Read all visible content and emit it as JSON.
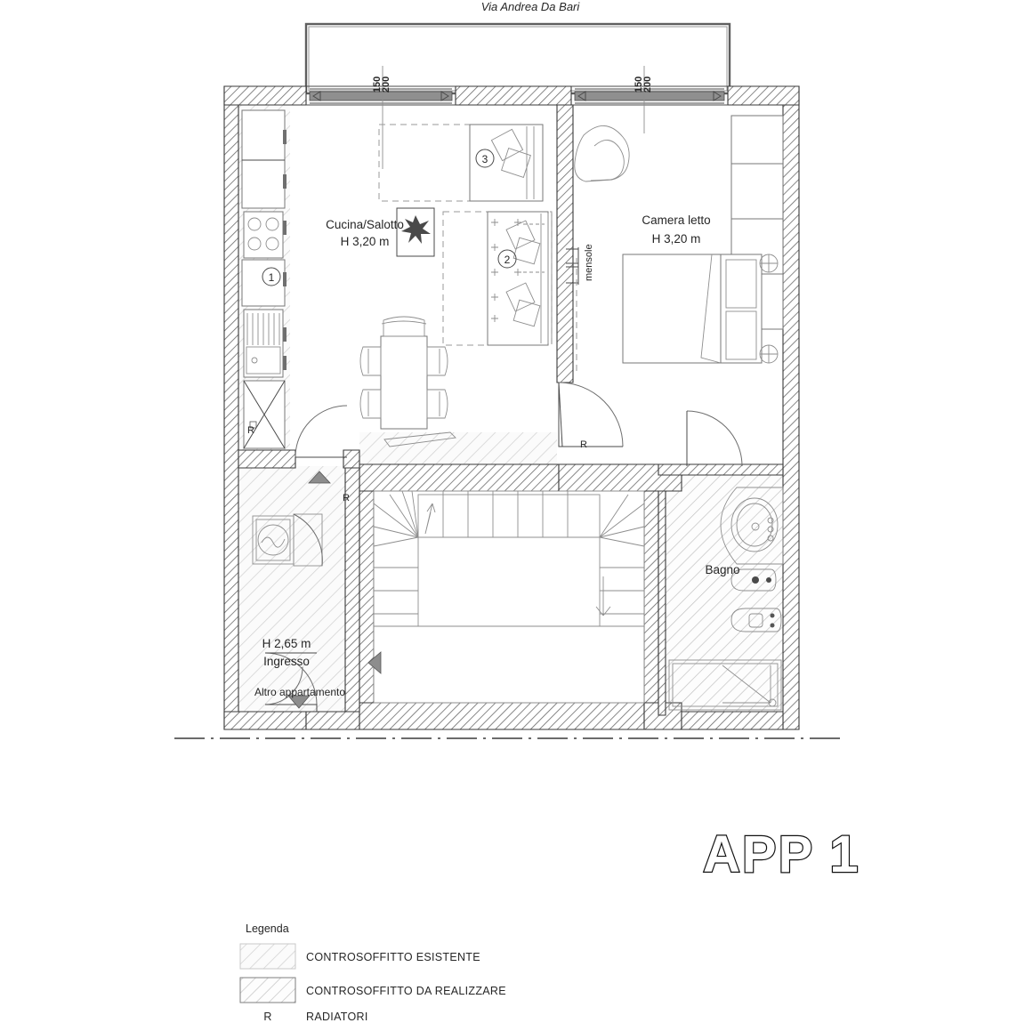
{
  "drawing": {
    "street_label": "Via Andrea Da Bari",
    "plan_title": "APP 1",
    "window_dim_top": "150",
    "window_dim_bottom": "200"
  },
  "rooms": [
    {
      "name": "Cucina/Salotto",
      "height": "H 3,20 m"
    },
    {
      "name": "Camera letto",
      "height": "H 3,20 m"
    },
    {
      "name": "Bagno",
      "height": ""
    },
    {
      "name": "Ingresso",
      "height": "H 2,65 m"
    }
  ],
  "annotations": {
    "shelves": "mensole",
    "other_apartment": "Altro appartamento",
    "radiator_marks": [
      "R",
      "R",
      "R"
    ],
    "furniture_markers": [
      "1",
      "2",
      "3"
    ]
  },
  "legend": {
    "title": "Legenda",
    "items": [
      {
        "label": "CONTROSOFFITTO ESISTENTE",
        "swatch": "existing-ceiling"
      },
      {
        "label": "CONTROSOFFITTO DA REALIZZARE",
        "swatch": "new-ceiling"
      },
      {
        "label": "RADIATORI",
        "swatch": "R"
      }
    ]
  },
  "colors": {
    "ink": "#262626",
    "wall": "#3a3a3a",
    "hatch": "#b9b9b9",
    "arrow": "#8d8d8d"
  }
}
